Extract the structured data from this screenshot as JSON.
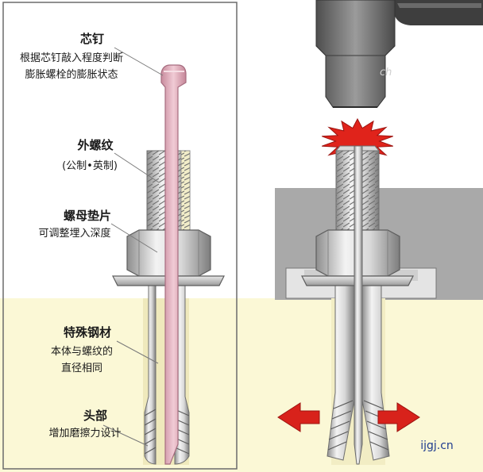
{
  "labels": {
    "core_pin": {
      "title": "芯钉",
      "desc": [
        "根据芯钉敲入程度判断",
        "膨胀螺栓的膨胀状态"
      ]
    },
    "thread": {
      "title": "外螺纹",
      "desc": [
        "(公制•英制)"
      ]
    },
    "nut_washer": {
      "title": "螺母垫片",
      "desc": [
        "可调整埋入深度"
      ]
    },
    "steel": {
      "title": "特殊钢材",
      "desc": [
        "本体与螺纹的",
        "直径相同"
      ]
    },
    "head": {
      "title": "头部",
      "desc": [
        "增加磨擦力设计"
      ]
    }
  },
  "watermark": "ijgj.cn",
  "watermark_faint": "ch",
  "icons": [
    "hammer-icon",
    "impact-burst-icon",
    "arrow-left-icon",
    "arrow-right-icon"
  ],
  "colors": {
    "concrete": "#fbf8d6",
    "pin": "#e6b7c3",
    "pin_edge": "#b27a8b",
    "steel_light": "#f2f2f2",
    "steel_mid": "#c7c7c7",
    "steel_dark": "#8a8a8a",
    "plate": "#9c9c9c",
    "hammer": "#6a6a6a",
    "arrow": "#d8221b",
    "burst": "#e0231b",
    "watermark": "#1f3c8f"
  }
}
